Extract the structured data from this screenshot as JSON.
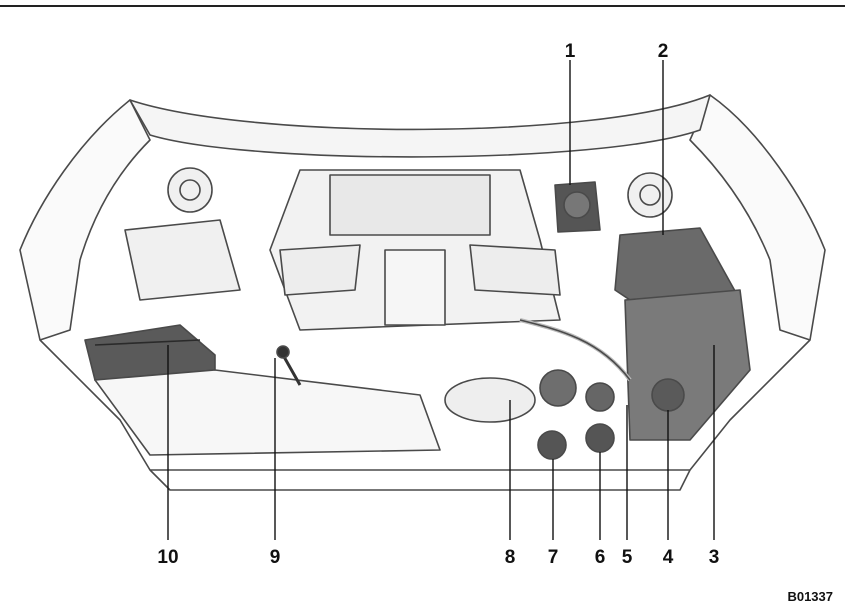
{
  "figure": {
    "code": "B01337",
    "callouts": [
      "1",
      "2",
      "3",
      "4",
      "5",
      "6",
      "7",
      "8",
      "9",
      "10"
    ]
  },
  "colors": {
    "line": "#4a4a4a",
    "dark_part": "#5a5a5a",
    "mid_part": "#8a8a8a",
    "light_part": "#d9d9d9",
    "background": "#ffffff"
  }
}
